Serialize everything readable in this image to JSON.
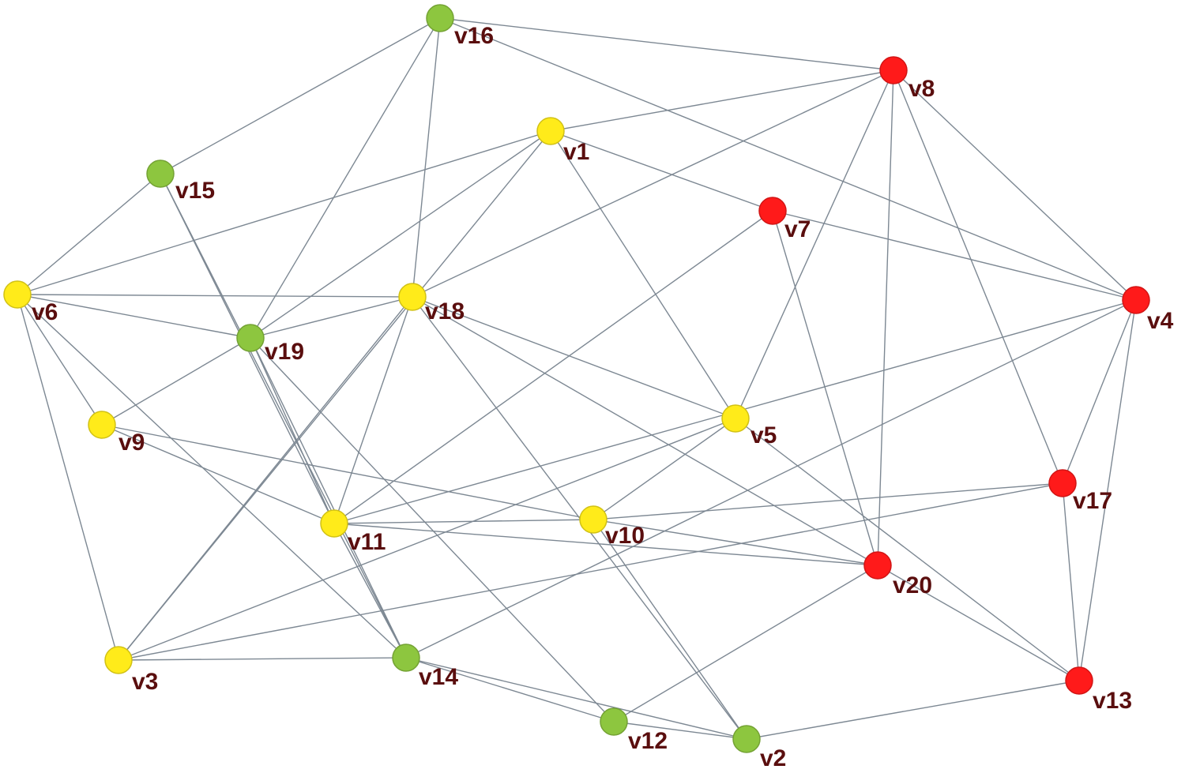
{
  "colors": {
    "yellow": "#ffeb1a",
    "green": "#8dc63f",
    "red": "#ff1a1a",
    "edge": "#7d8893",
    "label": "#5a0e0e"
  },
  "nodes": [
    {
      "id": "v1",
      "label": "v1",
      "color": "yellow"
    },
    {
      "id": "v2",
      "label": "v2",
      "color": "green"
    },
    {
      "id": "v3",
      "label": "v3",
      "color": "yellow"
    },
    {
      "id": "v4",
      "label": "v4",
      "color": "red"
    },
    {
      "id": "v5",
      "label": "v5",
      "color": "yellow"
    },
    {
      "id": "v6",
      "label": "v6",
      "color": "yellow"
    },
    {
      "id": "v7",
      "label": "v7",
      "color": "red"
    },
    {
      "id": "v8",
      "label": "v8",
      "color": "red"
    },
    {
      "id": "v9",
      "label": "v9",
      "color": "yellow"
    },
    {
      "id": "v10",
      "label": "v10",
      "color": "yellow"
    },
    {
      "id": "v11",
      "label": "v11",
      "color": "yellow"
    },
    {
      "id": "v12",
      "label": "v12",
      "color": "green"
    },
    {
      "id": "v13",
      "label": "v13",
      "color": "red"
    },
    {
      "id": "v14",
      "label": "v14",
      "color": "green"
    },
    {
      "id": "v15",
      "label": "v15",
      "color": "green"
    },
    {
      "id": "v16",
      "label": "v16",
      "color": "green"
    },
    {
      "id": "v17",
      "label": "v17",
      "color": "red"
    },
    {
      "id": "v18",
      "label": "v18",
      "color": "yellow"
    },
    {
      "id": "v19",
      "label": "v19",
      "color": "green"
    },
    {
      "id": "v20",
      "label": "v20",
      "color": "red"
    }
  ],
  "edges": [
    [
      "v16",
      "v8"
    ],
    [
      "v16",
      "v15"
    ],
    [
      "v16",
      "v19"
    ],
    [
      "v16",
      "v18"
    ],
    [
      "v16",
      "v4"
    ],
    [
      "v1",
      "v8"
    ],
    [
      "v1",
      "v6"
    ],
    [
      "v1",
      "v7"
    ],
    [
      "v1",
      "v5"
    ],
    [
      "v1",
      "v19"
    ],
    [
      "v1",
      "v3"
    ],
    [
      "v8",
      "v18"
    ],
    [
      "v8",
      "v5"
    ],
    [
      "v8",
      "v20"
    ],
    [
      "v8",
      "v17"
    ],
    [
      "v8",
      "v4"
    ],
    [
      "v7",
      "v4"
    ],
    [
      "v7",
      "v20"
    ],
    [
      "v7",
      "v11"
    ],
    [
      "v15",
      "v6"
    ],
    [
      "v15",
      "v11"
    ],
    [
      "v15",
      "v14"
    ],
    [
      "v6",
      "v18"
    ],
    [
      "v6",
      "v19"
    ],
    [
      "v6",
      "v9"
    ],
    [
      "v6",
      "v3"
    ],
    [
      "v6",
      "v14"
    ],
    [
      "v18",
      "v19"
    ],
    [
      "v18",
      "v5"
    ],
    [
      "v18",
      "v20"
    ],
    [
      "v18",
      "v2"
    ],
    [
      "v18",
      "v11"
    ],
    [
      "v18",
      "v3"
    ],
    [
      "v19",
      "v9"
    ],
    [
      "v19",
      "v12"
    ],
    [
      "v19",
      "v14"
    ],
    [
      "v19",
      "v11"
    ],
    [
      "v9",
      "v11"
    ],
    [
      "v9",
      "v10"
    ],
    [
      "v5",
      "v10"
    ],
    [
      "v5",
      "v13"
    ],
    [
      "v5",
      "v3"
    ],
    [
      "v4",
      "v17"
    ],
    [
      "v4",
      "v13"
    ],
    [
      "v4",
      "v11"
    ],
    [
      "v4",
      "v14"
    ],
    [
      "v11",
      "v10"
    ],
    [
      "v11",
      "v20"
    ],
    [
      "v11",
      "v14"
    ],
    [
      "v10",
      "v17"
    ],
    [
      "v10",
      "v20"
    ],
    [
      "v10",
      "v2"
    ],
    [
      "v17",
      "v13"
    ],
    [
      "v17",
      "v3"
    ],
    [
      "v20",
      "v13"
    ],
    [
      "v20",
      "v12"
    ],
    [
      "v3",
      "v14"
    ],
    [
      "v14",
      "v12"
    ],
    [
      "v14",
      "v2"
    ],
    [
      "v12",
      "v2"
    ],
    [
      "v2",
      "v13"
    ]
  ]
}
